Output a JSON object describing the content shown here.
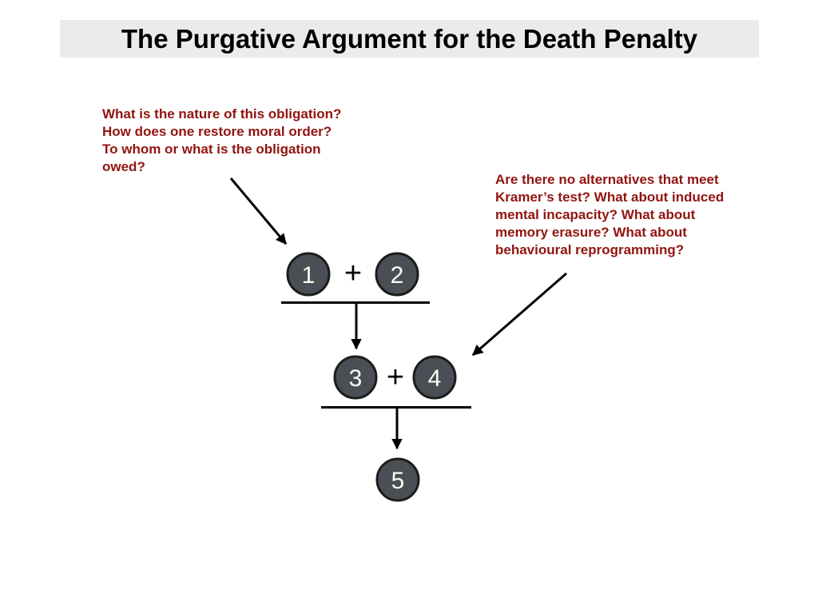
{
  "title": "The Purgative Argument for the Death Penalty",
  "annotations": {
    "left_question": "What is the nature of this obligation?\nHow does one restore moral order?\nTo whom or what is the obligation\nowed?",
    "right_question": "Are there no alternatives that meet\nKramer’s test? What about induced\nmental incapacity? What about\nmemory erasure? What about\nbehavioural reprogramming?"
  },
  "diagram": {
    "nodes": [
      {
        "label": "1"
      },
      {
        "label": "2"
      },
      {
        "label": "3"
      },
      {
        "label": "4"
      },
      {
        "label": "5"
      }
    ],
    "operators": [
      {
        "symbol": "+"
      },
      {
        "symbol": "+"
      }
    ],
    "inferences": "1 + 2 support 3; 3 + 4 support 5"
  },
  "colors": {
    "slide_background": "#ffffff",
    "title_bar_background": "#ebebeb",
    "title_text": "#000000",
    "annotation_text": "#911410",
    "node_fill": "#4a4e55",
    "node_border": "#1c1c1c",
    "node_number": "#ffffff",
    "connector": "#000000"
  }
}
